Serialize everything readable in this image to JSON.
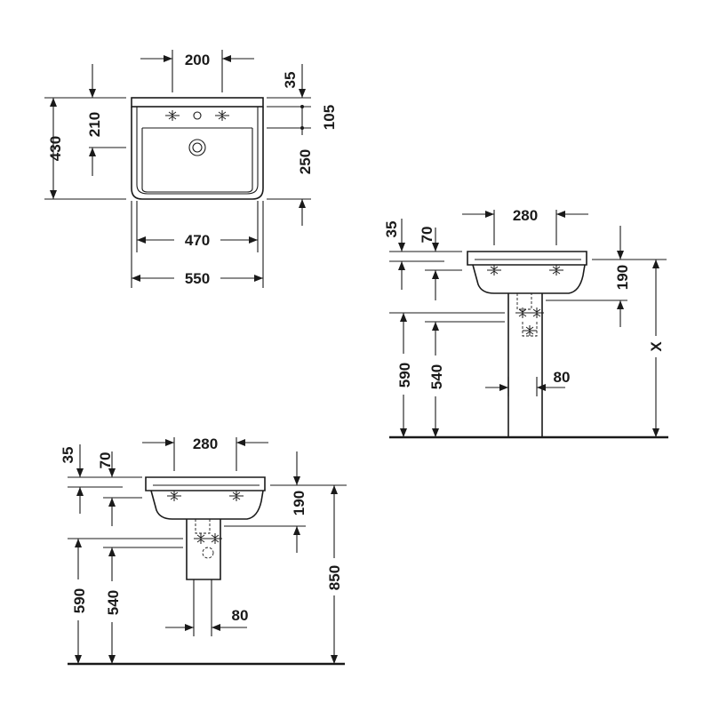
{
  "top_view": {
    "dim_200": "200",
    "dim_35": "35",
    "dim_105": "105",
    "dim_210": "210",
    "dim_430": "430",
    "dim_250": "250",
    "dim_470": "470",
    "dim_550": "550"
  },
  "side_view_x": {
    "dim_280": "280",
    "dim_35": "35",
    "dim_70": "70",
    "dim_190": "190",
    "dim_x": "X",
    "dim_590": "590",
    "dim_540": "540",
    "dim_80": "80"
  },
  "side_view_850": {
    "dim_280": "280",
    "dim_35": "35",
    "dim_70": "70",
    "dim_190": "190",
    "dim_850": "850",
    "dim_590": "590",
    "dim_540": "540",
    "dim_80": "80"
  }
}
